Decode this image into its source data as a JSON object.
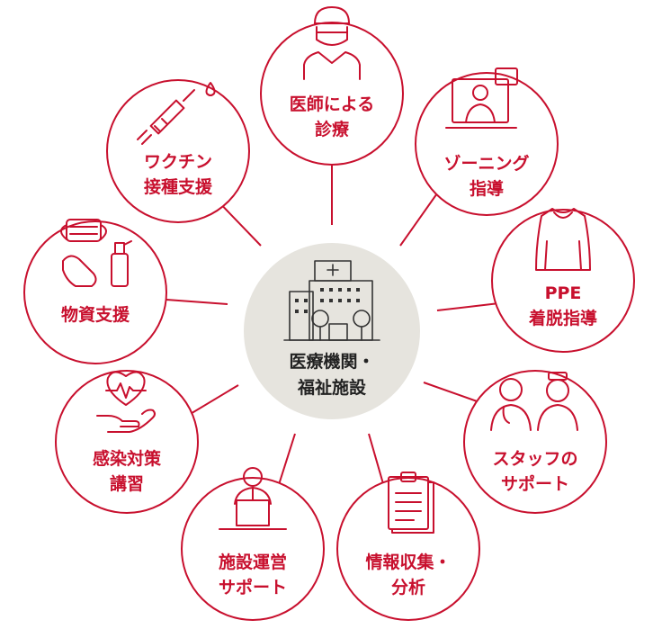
{
  "colors": {
    "accent": "#c8102e",
    "center_fill": "#e6e4de",
    "center_text": "#222222"
  },
  "center": {
    "line1": "医療機関・",
    "line2": "福祉施設",
    "icon": "hospital-building-icon"
  },
  "nodes": [
    {
      "id": "doctor",
      "line1": "医師による",
      "line2": "診療",
      "icon": "doctor-mask-icon"
    },
    {
      "id": "zoning",
      "line1": "ゾーニング",
      "line2": "指導",
      "icon": "video-consultation-icon"
    },
    {
      "id": "ppe",
      "line1": "PPE",
      "line2": "着脱指導",
      "icon": "gown-icon"
    },
    {
      "id": "staff",
      "line1": "スタッフの",
      "line2": "サポート",
      "icon": "medical-staff-icon"
    },
    {
      "id": "info",
      "line1": "情報収集・",
      "line2": "分析",
      "icon": "clipboard-icon"
    },
    {
      "id": "facility",
      "line1": "施設運営",
      "line2": "サポート",
      "icon": "office-worker-icon"
    },
    {
      "id": "infection",
      "line1": "感染対策",
      "line2": "講習",
      "icon": "heart-hand-icon"
    },
    {
      "id": "supplies",
      "line1": "物資支援",
      "line2": "",
      "icon": "mask-sanitizer-icon"
    },
    {
      "id": "vaccine",
      "line1": "ワクチン",
      "line2": "接種支援",
      "icon": "syringe-icon"
    }
  ]
}
